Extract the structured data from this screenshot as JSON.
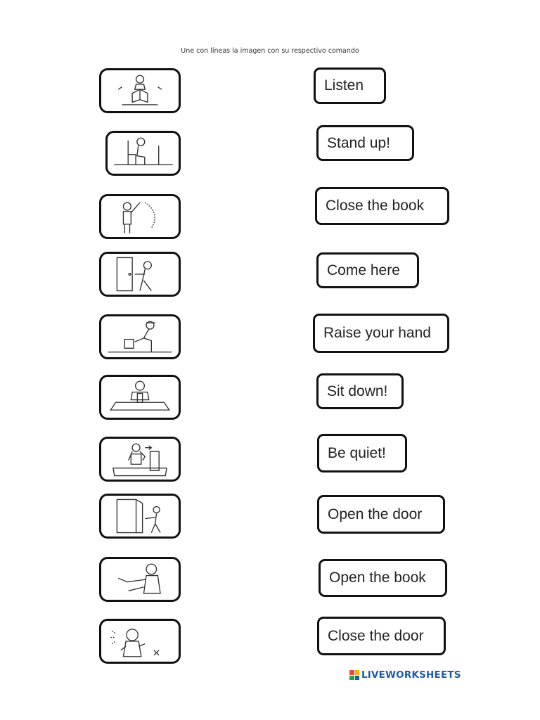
{
  "worksheet": {
    "instruction": "Une con líneas la imagen con su respectivo comando",
    "pictures": [
      {
        "icon": "reading-book-icon"
      },
      {
        "icon": "stand-up-from-chair-icon"
      },
      {
        "icon": "raise-hand-icon"
      },
      {
        "icon": "close-door-icon"
      },
      {
        "icon": "pick-up-icon"
      },
      {
        "icon": "sit-at-desk-icon"
      },
      {
        "icon": "quiet-student-icon"
      },
      {
        "icon": "open-door-icon"
      },
      {
        "icon": "come-here-icon"
      },
      {
        "icon": "listen-icon"
      }
    ],
    "commands": [
      {
        "label": "Listen"
      },
      {
        "label": "Stand up!"
      },
      {
        "label": "Close the book"
      },
      {
        "label": "Come here"
      },
      {
        "label": "Raise your hand"
      },
      {
        "label": "Sit down!"
      },
      {
        "label": "Be quiet!"
      },
      {
        "label": "Open the door"
      },
      {
        "label": "Open the book"
      },
      {
        "label": "Close the door"
      }
    ]
  },
  "branding": {
    "text": "LIVEWORKSHEETS",
    "colors": [
      "#e94b3c",
      "#f5b700",
      "#2e9c4f",
      "#1f5aa6"
    ]
  }
}
